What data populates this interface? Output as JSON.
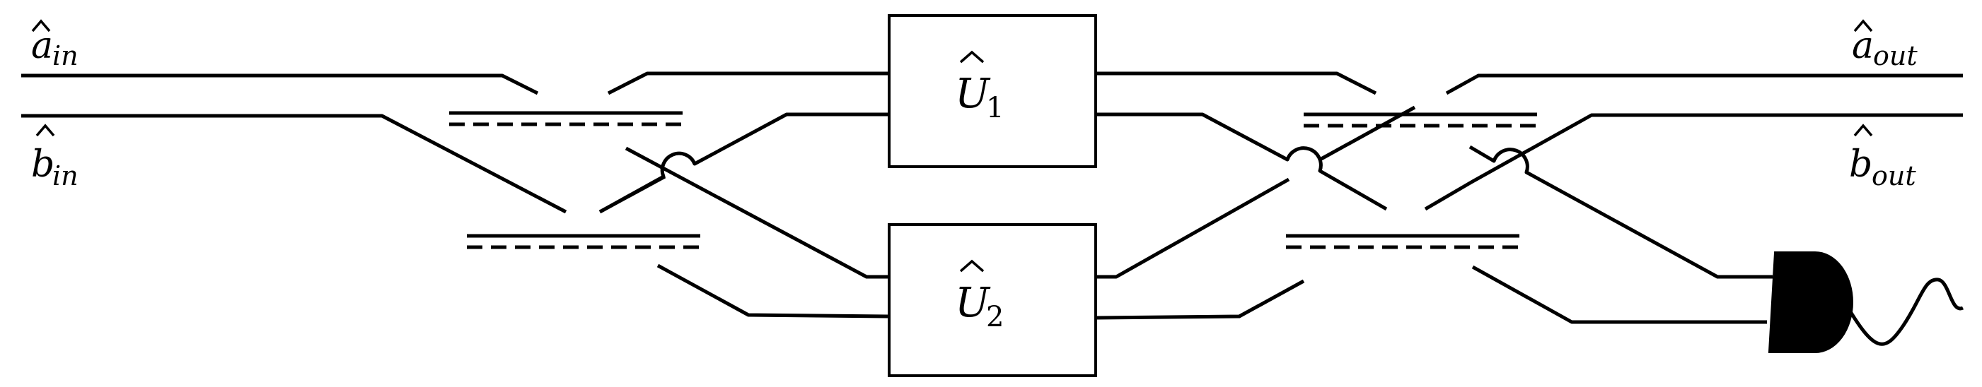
{
  "inputs": {
    "a": {
      "symbol": "a",
      "sub": "in"
    },
    "b": {
      "symbol": "b",
      "sub": "in"
    }
  },
  "outputs": {
    "a": {
      "symbol": "a",
      "sub": "out"
    },
    "b": {
      "symbol": "b",
      "sub": "out"
    }
  },
  "unitaries": [
    {
      "symbol": "U",
      "sub": "1"
    },
    {
      "symbol": "U",
      "sub": "2"
    }
  ]
}
